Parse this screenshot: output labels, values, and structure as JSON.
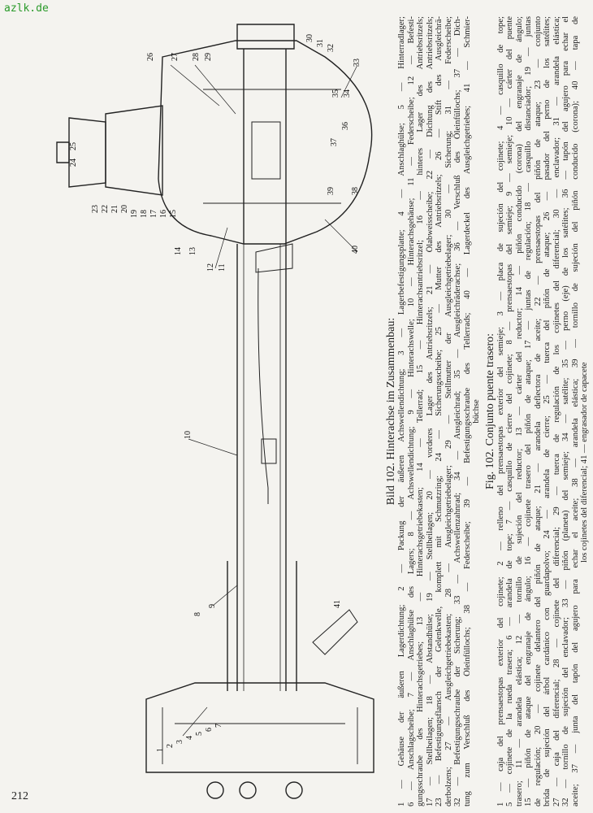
{
  "watermark": "azlk.de",
  "page_number": "212",
  "drawing": {
    "callouts": [
      "24",
      "25",
      "23",
      "22",
      "21",
      "20",
      "19",
      "18",
      "17",
      "16",
      "15",
      "14",
      "13",
      "12",
      "11",
      "26",
      "27",
      "28",
      "29",
      "30",
      "31",
      "32",
      "33",
      "35",
      "34",
      "37",
      "36",
      "39",
      "38",
      "40",
      "10",
      "41",
      "9",
      "8",
      "1",
      "2",
      "3",
      "4",
      "5",
      "6",
      "7"
    ]
  },
  "caption_de": {
    "title": "Bild 102. Hinterachse im Zusammenbau:",
    "lines": [
      "1 — Gehäuse der äußeren Lagerdichtung; 2 — Packung der äußeren Achswellendichtung; 3 — Lagerbefestigungsplatte; 4 — Anschlaghülse; 5 — Hinterradlager;",
      "6 — Anschlagscheibe; 7 — Anschlaghülse des Lagers; 8 — Achswellendichtung; 9 — Hinterachswelle; 10 — Hinterachsgehäuse; 11 — Federscheibe; 12 — Befesti-",
      "gungsschraube des Hinterachsgetriebes; 13 — Hinterachsgetriebekasten; 14 — Tellerrad; 15 — Hinterachsantriebsritzel; 16 — hinteres Lager des Antriebsritzels;",
      "17 — Stellbeilagen; 18 — Abstandhülse; 19 — Stellbeilagen; 20 — vorderes Lager des Antriebsritzels; 21 — Ölabweisscheibe; 22 — Dichtung des Antriebsritzels;",
      "23 — Befestigungsflansch der Gelenkwelle, komplett mit Schmutzring; 24 — Sicherungsscheibe; 25 — Mutter des Antriebsritzels; 26 — Stift des Ausgleichrä-",
      "derbolzens; 27 — Ausgleichgetriebekasten; 28 — Ausgleichgetriebelager; 29 — Stellmutter der Ausgleichgetriebelager; 30 — Sicherung; 31 — Federscheibe;",
      "32 — Befestigungsschraube der Sicherung; 33 — Achswellenzahnrad; 34 — Ausgleichrad; 35 — Ausgleichräderachse; 36 — Verschluß des Öleinfüllochs; 37 — Dich-",
      "tung zum Verschluß des Öleinfüllochs; 38 — Federscheibe; 39 — Befestigungsschraube des Tellerrads; 40 — Lagerdeckel des Ausgleichgetriebes; 41 — Schmier-",
      "büchse"
    ]
  },
  "caption_es": {
    "title": "Fig. 102. Conjunto puente trasero:",
    "lines": [
      "1 — caja del prensaestopas exterior del cojinete; 2 — relleno del prensaestopas exterior del semieje; 3 — placa de sujeción del cojinete; 4 — casquillo de tope;",
      "5 — cojinete de la rueda trasera; 6 — arandela de tope; 7 — casquillo de cierre del cojinete; 8 — prensaestopas del semieje; 9 — semieje; 10 — cárter del puente",
      "trasero; 11 — arandela elástica; 12 — tornillo de sujeción del reductor; 13 — cárter del reductor; 14 — piñón conducido (corona) del engranaje de ángulo;",
      "15 — piñón de ataque del engranaje de ángulo; 16 — cojinete trasero del piñón de ataque; 17 — juntas de regulación; 18 — casquillo distanciador; 19 — juntas",
      "de regulación; 20 — cojinete delantero del piñón de ataque; 21 — arandela deflectora de aceite; 22 — prensaestopas del piñón de ataque; 23 — conjunto",
      "brida de sujeción del árbol cardánico con guardapolvo; 24 — arandela de cierre; 25 — tuerca del piñón de ataque; 26 — pasador del perno de los satélites;",
      "27 — caja del diferencial; 28 — cojinete del diferencial; 29 — tuerca de regulación de los cojinetes del diferencial; 30 — enclavador; 31 — arandela elástica;",
      "32 — tornillo de sujeción del enclavador; 33 — piñón (planeta) del semieje; 34 — satélite; 35 — perno (eje) de los satélites; 36 — tapón del agujero para echar el",
      "aceite; 37 — junta del tapón del agujero para echar el aceite; 38 — arandela elástica; 39 — tornillo de sujeción del piñón conducido (corona); 40 — tapa de",
      "los cojinetes del diferencial; 41 — engrasador de capacete"
    ]
  }
}
